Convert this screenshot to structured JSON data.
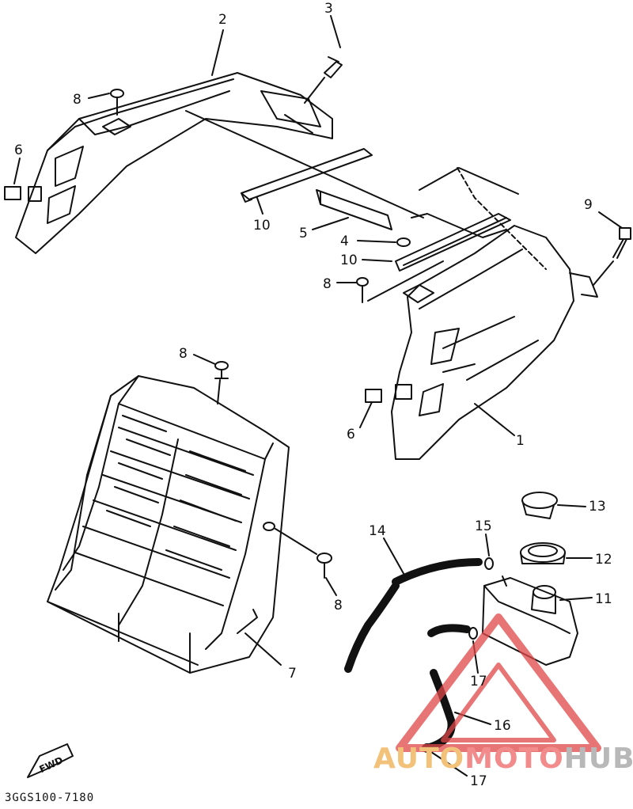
{
  "labels": {
    "l1": "1",
    "l2": "2",
    "l3": "3",
    "l4": "4",
    "l5": "5",
    "l6a": "6",
    "l6b": "6",
    "l7": "7",
    "l8a": "8",
    "l8b": "8",
    "l8c": "8",
    "l8d": "8",
    "l9": "9",
    "l10a": "10",
    "l10b": "10",
    "l11": "11",
    "l12": "12",
    "l13": "13",
    "l14": "14",
    "l15": "15",
    "l16": "16",
    "l17a": "17",
    "l17b": "17"
  },
  "fwd_label": "FWD",
  "drawing_code": "3GGS100-7180",
  "watermark": {
    "part1": "AUTO",
    "part2": "MOTO",
    "part3": "HUB"
  },
  "colors": {
    "line": "#111111",
    "watermark_red": "#e04848",
    "watermark_gold": "#f0b860",
    "watermark_grey": "#a0a0a0"
  }
}
